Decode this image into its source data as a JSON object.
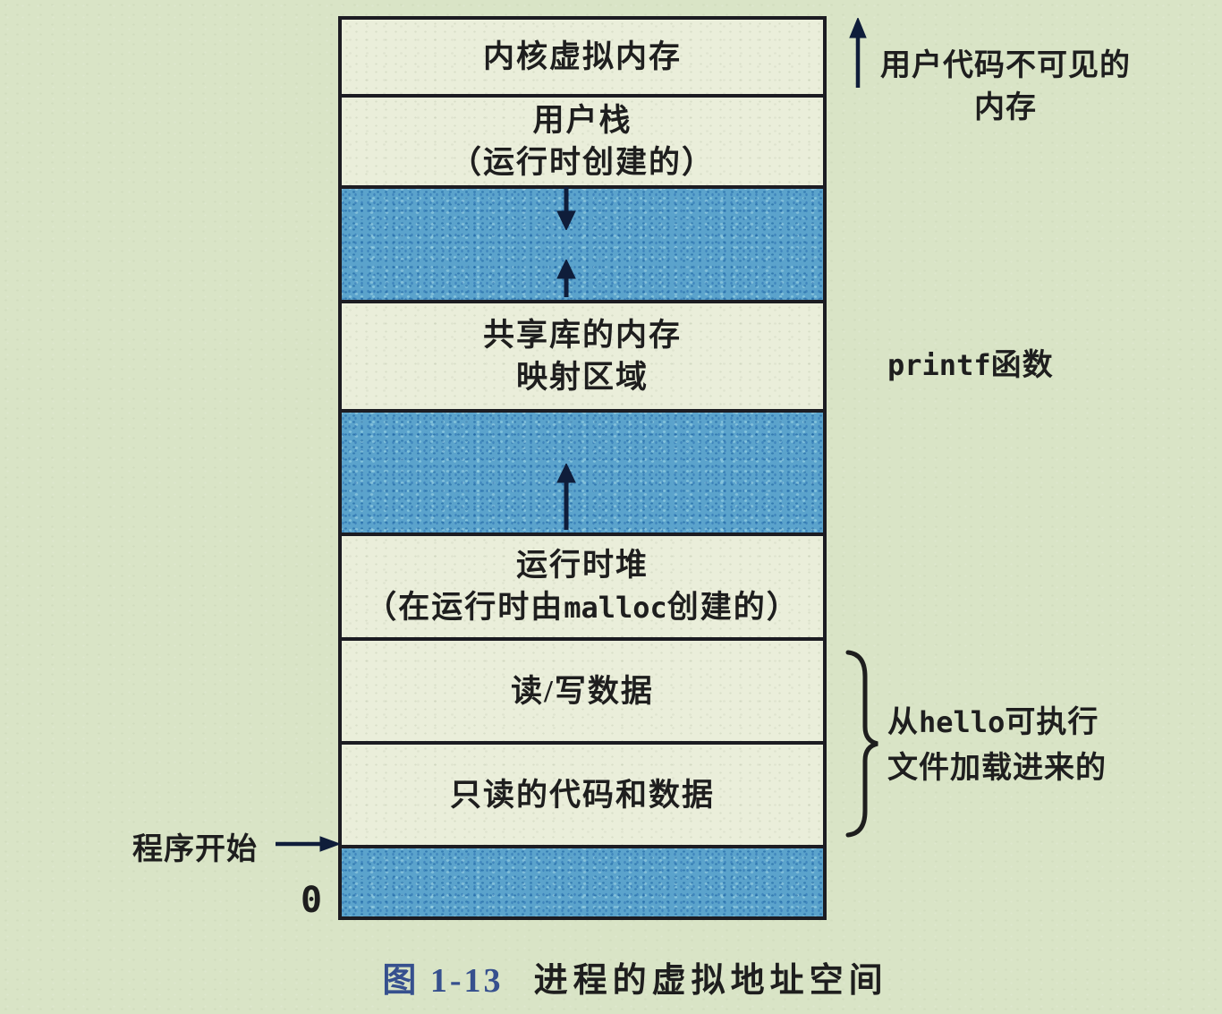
{
  "colors": {
    "background": "#d9e4c6",
    "box_fill": "#eaeeda",
    "mapped_fill": "#5ba3cc",
    "border": "#1c1c22",
    "arrow": "#0f1d3a",
    "caption_accent": "#36508e",
    "text": "#1e1e1e"
  },
  "regions": {
    "kernel": {
      "label": "内核虚拟内存"
    },
    "user_stack": {
      "line1": "用户栈",
      "line2": "（运行时创建的）"
    },
    "shared_lib": {
      "line1": "共享库的内存",
      "line2": "映射区域"
    },
    "heap": {
      "line1": "运行时堆",
      "line2_prefix": "（在运行时由",
      "line2_code": "malloc",
      "line2_suffix": "创建的）"
    },
    "rw_data": {
      "label": "读/写数据"
    },
    "ro_code": {
      "label": "只读的代码和数据"
    }
  },
  "annotations": {
    "invisible_memory": {
      "line1": "用户代码不可见的",
      "line2": "内存"
    },
    "printf_note": {
      "code": "printf",
      "suffix": "函数"
    },
    "loaded_from": {
      "line1_prefix": "从",
      "line1_code": "hello",
      "line1_suffix": "可执行",
      "line2": "文件加载进来的"
    },
    "program_start": {
      "label": "程序开始"
    },
    "origin": {
      "label": "0"
    }
  },
  "caption": {
    "label": "图 1-13",
    "title": "进程的虚拟地址空间"
  }
}
